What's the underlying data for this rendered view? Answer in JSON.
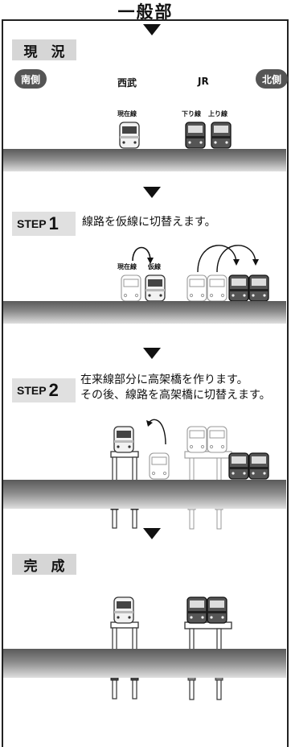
{
  "title": "一般部",
  "section_current": {
    "label": "現　況",
    "south": "南側",
    "north": "北側",
    "seibu": "西武",
    "jr": "JR",
    "current_line": "現在線",
    "down_line": "下り線",
    "up_line": "上り線"
  },
  "step1": {
    "step": "STEP",
    "num": "1",
    "text": "線路を仮線に切替えます。",
    "current_line": "現在線",
    "temp_line": "仮線"
  },
  "step2": {
    "step": "STEP",
    "num": "2",
    "line1": "在来線部分に高架橋を作ります。",
    "line2": "その後、線路を高架橋に切替えます。"
  },
  "section_done": {
    "label": "完　成"
  },
  "colors": {
    "ground_dark": "#5a5a5a",
    "label_bg": "#d6d6d6",
    "pill": "#555555"
  }
}
